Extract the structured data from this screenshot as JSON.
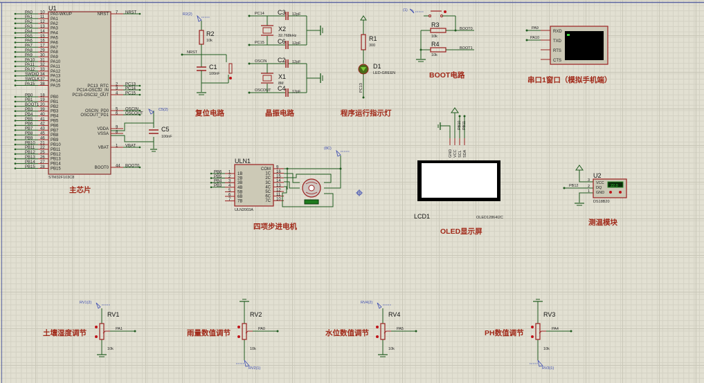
{
  "window": {
    "title": "Proteus ISIS Schematic"
  },
  "colors": {
    "wire": "#1e5a1e",
    "component": "#9a1f1f",
    "label": "#a02818",
    "terminal": "#3a4ab0",
    "body": "#ccc9b6",
    "grid": "#e2e0d2"
  },
  "mcu": {
    "ref": "U1",
    "part": "STM32F103C8",
    "caption": "主芯片",
    "left_pins": [
      {
        "net": "PA0",
        "num": "10",
        "name": "PA0-WKUP"
      },
      {
        "net": "PA1",
        "num": "11",
        "name": "PA1"
      },
      {
        "net": "PA2",
        "num": "12",
        "name": "PA2"
      },
      {
        "net": "PA3",
        "num": "13",
        "name": "PA3"
      },
      {
        "net": "PA4",
        "num": "14",
        "name": "PA4"
      },
      {
        "net": "PA5",
        "num": "15",
        "name": "PA5"
      },
      {
        "net": "PA6",
        "num": "16",
        "name": "PA6"
      },
      {
        "net": "PA7",
        "num": "17",
        "name": "PA7"
      },
      {
        "net": "PA8",
        "num": "29",
        "name": "PA8"
      },
      {
        "net": "PA9",
        "num": "30",
        "name": "PA9"
      },
      {
        "net": "PA10",
        "num": "31",
        "name": "PA10"
      },
      {
        "net": "PA11",
        "num": "32",
        "name": "PA11"
      },
      {
        "net": "PA12",
        "num": "33",
        "name": "PA12"
      },
      {
        "net": "SWDIO",
        "num": "34",
        "name": "PA13"
      },
      {
        "net": "SWCLK",
        "num": "37",
        "name": "PA14"
      },
      {
        "net": "PA15",
        "num": "38",
        "name": "PA15"
      },
      {
        "net": "PB0",
        "num": "18",
        "name": "PB0"
      },
      {
        "net": "PB1",
        "num": "19",
        "name": "PB1"
      },
      {
        "net": "BOOT1",
        "num": "20",
        "name": "PB2"
      },
      {
        "net": "PB3",
        "num": "39",
        "name": "PB3"
      },
      {
        "net": "PB4",
        "num": "40",
        "name": "PB4"
      },
      {
        "net": "PB5",
        "num": "41",
        "name": "PB5"
      },
      {
        "net": "PB6",
        "num": "42",
        "name": "PB6"
      },
      {
        "net": "PB7",
        "num": "43",
        "name": "PB7"
      },
      {
        "net": "PB8",
        "num": "45",
        "name": "PB8"
      },
      {
        "net": "PB9",
        "num": "46",
        "name": "PB9"
      },
      {
        "net": "PB10",
        "num": "21",
        "name": "PB10"
      },
      {
        "net": "PB11",
        "num": "22",
        "name": "PB11"
      },
      {
        "net": "PB12",
        "num": "25",
        "name": "PB12"
      },
      {
        "net": "PB13",
        "num": "26",
        "name": "PB13"
      },
      {
        "net": "PB14",
        "num": "27",
        "name": "PB14"
      },
      {
        "net": "PB15",
        "num": "28",
        "name": "PB15"
      }
    ],
    "right_pins": [
      {
        "name": "NRST",
        "num": "7",
        "net": "NRST"
      },
      {
        "name": "PC13_RTC",
        "num": "2",
        "net": "PC13"
      },
      {
        "name": "PC14-OSC32_IN",
        "num": "3",
        "net": "PC14"
      },
      {
        "name": "PC15-OSC32_OUT",
        "num": "4",
        "net": "PC15"
      },
      {
        "name": "OSCIN_PD0",
        "num": "5",
        "net": "OSCIN"
      },
      {
        "name": "OSCOUT_PD1",
        "num": "6",
        "net": "OSCOUT"
      },
      {
        "name": "VDDA",
        "num": "9",
        "net": ""
      },
      {
        "name": "VSSA",
        "num": "8",
        "net": ""
      },
      {
        "name": "VBAT",
        "num": "1",
        "net": "VBAT"
      },
      {
        "name": "BOOT0",
        "num": "44",
        "net": "BOOT0"
      }
    ],
    "c5": {
      "ref": "C5",
      "value": "100nF",
      "terminal": "C5(2)"
    }
  },
  "reset": {
    "caption": "复位电路",
    "terminal": "R2(2)",
    "r": {
      "ref": "R2",
      "value": "10k"
    },
    "c": {
      "ref": "C1",
      "value": "100nF"
    },
    "net": "NRST"
  },
  "crystal": {
    "caption": "晶振电路",
    "x2": {
      "ref": "X2",
      "value": "32.768kHz",
      "net_a": "PC14",
      "net_b": "PC15"
    },
    "x1": {
      "ref": "X1",
      "value": "8M",
      "net_a": "OSCIN",
      "net_b": "OSCOUT"
    },
    "caps": [
      {
        "ref": "C3",
        "value": "12pF"
      },
      {
        "ref": "C6",
        "value": "12pF"
      },
      {
        "ref": "C2",
        "value": "12pF"
      },
      {
        "ref": "C4",
        "value": "12pF"
      }
    ]
  },
  "led": {
    "caption": "程序运行指示灯",
    "r": {
      "ref": "R1",
      "value": "300"
    },
    "d": {
      "ref": "D1",
      "value": "LED-GREEN"
    },
    "net": "PC13"
  },
  "boot": {
    "caption": "BOOT电路",
    "terminal": "(1)",
    "r3": {
      "ref": "R3",
      "value": "10k",
      "net": "BOOT0"
    },
    "r4": {
      "ref": "R4",
      "value": "10k",
      "net": "BOOT1"
    }
  },
  "serial": {
    "caption": "串口1窗口（模拟手机端）",
    "pins": [
      "RXD",
      "TXD",
      "RTS",
      "CTS"
    ],
    "nets": [
      "PA9",
      "PA10"
    ]
  },
  "motor": {
    "caption": "四项步进电机",
    "ref": "ULN1",
    "part": "ULN2003A",
    "terminal": "(8C)",
    "left_pins": [
      {
        "net": "PB6",
        "num": "1",
        "name": "1B"
      },
      {
        "net": "PB5",
        "num": "2",
        "name": "2B"
      },
      {
        "net": "PB4",
        "num": "3",
        "name": "3B"
      },
      {
        "net": "PB3",
        "num": "4",
        "name": "4B"
      },
      {
        "net": "",
        "num": "5",
        "name": "5B"
      },
      {
        "net": "",
        "num": "6",
        "name": "6B"
      },
      {
        "net": "",
        "num": "7",
        "name": "7B"
      }
    ],
    "right_pins": [
      {
        "num": "9",
        "name": "COM"
      },
      {
        "num": "16",
        "name": "1C"
      },
      {
        "num": "15",
        "name": "2C"
      },
      {
        "num": "14",
        "name": "3C"
      },
      {
        "num": "13",
        "name": "4C"
      },
      {
        "num": "12",
        "name": "5C"
      },
      {
        "num": "11",
        "name": "6C"
      },
      {
        "num": "10",
        "name": "7C"
      }
    ]
  },
  "oled": {
    "caption": "OLED显示屏",
    "ref": "LCD1",
    "part": "OLED12864I2C",
    "pins": [
      "GND",
      "VCC",
      "SCL",
      "SDA"
    ],
    "nets": [
      "PB10",
      "PB11"
    ]
  },
  "temp": {
    "caption": "测温模块",
    "ref": "U2",
    "part": "DS18B20",
    "reading": "22.0",
    "net": "PB12",
    "pins": [
      {
        "num": "3",
        "name": "VCC"
      },
      {
        "num": "2",
        "name": "DQ"
      },
      {
        "num": "1",
        "name": "GND"
      }
    ]
  },
  "pots": [
    {
      "ref": "RV1",
      "value": "10k",
      "net": "PA1",
      "terminal": "RV1(2)",
      "caption": "土壤湿度调节"
    },
    {
      "ref": "RV2",
      "value": "10k",
      "net": "PA0",
      "terminal": "RV2(1)",
      "caption": "雨量数值调节"
    },
    {
      "ref": "RV4",
      "value": "10k",
      "net": "PA5",
      "terminal": "RV4(2)",
      "caption": "水位数值调节"
    },
    {
      "ref": "RV3",
      "value": "10k",
      "net": "PA4",
      "terminal": "RV3(1)",
      "caption": "PH数值调节"
    }
  ]
}
